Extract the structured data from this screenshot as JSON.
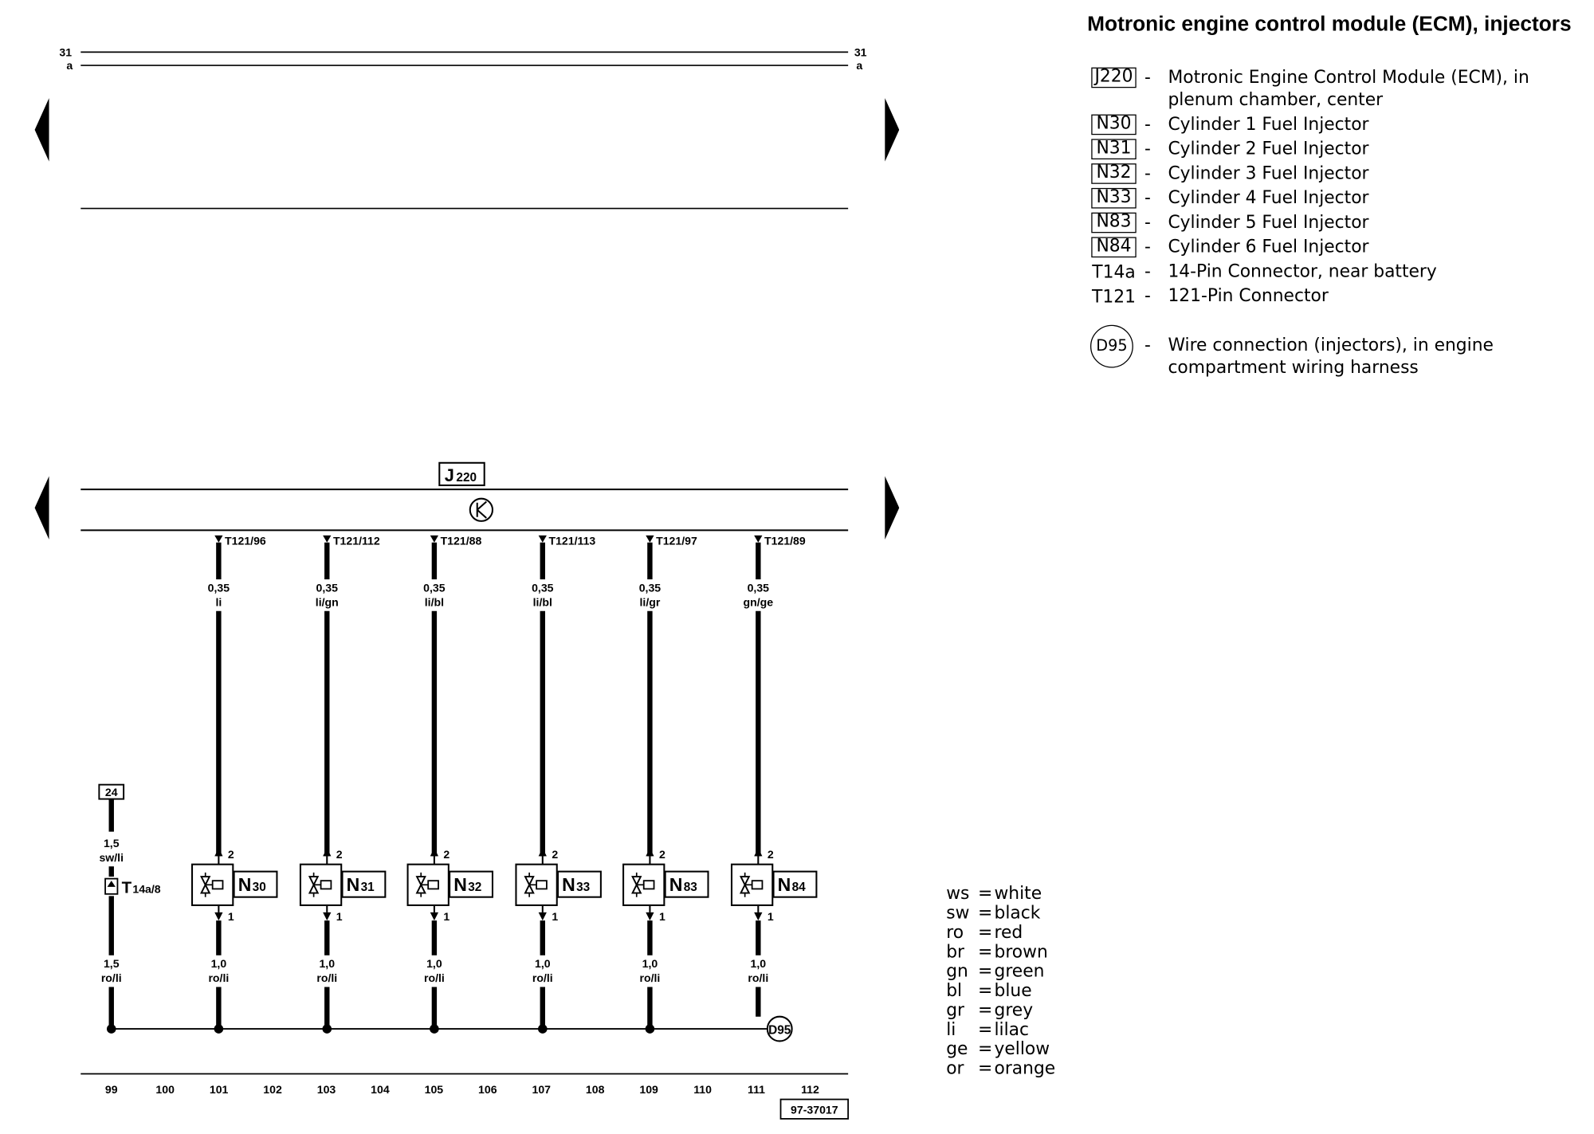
{
  "header": {
    "title": "Motronic engine control module (ECM), injectors"
  },
  "legend": [
    {
      "code": "J220",
      "boxed": true,
      "text": "Motronic Engine Control Module (ECM), in",
      "text2": "plenum chamber, center"
    },
    {
      "code": "N30",
      "boxed": true,
      "text": "Cylinder 1 Fuel Injector"
    },
    {
      "code": "N31",
      "boxed": true,
      "text": "Cylinder 2 Fuel Injector"
    },
    {
      "code": "N32",
      "boxed": true,
      "text": "Cylinder 3 Fuel Injector"
    },
    {
      "code": "N33",
      "boxed": true,
      "text": "Cylinder 4 Fuel Injector"
    },
    {
      "code": "N83",
      "boxed": true,
      "text": "Cylinder 5 Fuel Injector"
    },
    {
      "code": "N84",
      "boxed": true,
      "text": "Cylinder 6 Fuel Injector"
    },
    {
      "code": "T14a",
      "boxed": false,
      "text": "14-Pin Connector, near battery"
    },
    {
      "code": "T121",
      "boxed": false,
      "text": "121-Pin Connector"
    },
    {
      "code": "D95",
      "circle": true,
      "text": "Wire connection (injectors), in engine",
      "text2": "compartment wiring harness"
    }
  ],
  "color_key": [
    {
      "abbr": "ws",
      "eq": "=",
      "name": "white"
    },
    {
      "abbr": "sw",
      "eq": "=",
      "name": "black"
    },
    {
      "abbr": "ro",
      "eq": "=",
      "name": "red"
    },
    {
      "abbr": "br",
      "eq": "=",
      "name": "brown"
    },
    {
      "abbr": "gn",
      "eq": "=",
      "name": "green"
    },
    {
      "abbr": "bl",
      "eq": "=",
      "name": "blue"
    },
    {
      "abbr": "gr",
      "eq": "=",
      "name": "grey"
    },
    {
      "abbr": "li",
      "eq": "=",
      "name": "lilac"
    },
    {
      "abbr": "ge",
      "eq": "=",
      "name": "yellow"
    },
    {
      "abbr": "or",
      "eq": "=",
      "name": "orange"
    }
  ],
  "diagram": {
    "top_rail": {
      "num": "31",
      "letter": "a"
    },
    "ecm_label": {
      "main": "J",
      "sub": "220"
    },
    "injectors": [
      {
        "pin": "T121/96",
        "top_gauge": "0,35",
        "top_color": "li",
        "label": "N",
        "sub": "30",
        "pin_top": "2",
        "pin_bottom": "1",
        "bot_gauge": "1,0",
        "bot_color": "ro/li"
      },
      {
        "pin": "T121/112",
        "top_gauge": "0,35",
        "top_color": "li/gn",
        "label": "N",
        "sub": "31",
        "pin_top": "2",
        "pin_bottom": "1",
        "bot_gauge": "1,0",
        "bot_color": "ro/li"
      },
      {
        "pin": "T121/88",
        "top_gauge": "0,35",
        "top_color": "li/bl",
        "label": "N",
        "sub": "32",
        "pin_top": "2",
        "pin_bottom": "1",
        "bot_gauge": "1,0",
        "bot_color": "ro/li"
      },
      {
        "pin": "T121/113",
        "top_gauge": "0,35",
        "top_color": "li/bl",
        "label": "N",
        "sub": "33",
        "pin_top": "2",
        "pin_bottom": "1",
        "bot_gauge": "1,0",
        "bot_color": "ro/li"
      },
      {
        "pin": "T121/97",
        "top_gauge": "0,35",
        "top_color": "li/gr",
        "label": "N",
        "sub": "83",
        "pin_top": "2",
        "pin_bottom": "1",
        "bot_gauge": "1,0",
        "bot_color": "ro/li"
      },
      {
        "pin": "T121/89",
        "top_gauge": "0,35",
        "top_color": "gn/ge",
        "label": "N",
        "sub": "84",
        "pin_top": "2",
        "pin_bottom": "1",
        "bot_gauge": "1,0",
        "bot_color": "ro/li"
      }
    ],
    "feed": {
      "ref": "24",
      "top_gauge": "1,5",
      "top_color": "sw/li",
      "connector": "T",
      "connector_sub": "14a/8",
      "bot_gauge": "1,5",
      "bot_color": "ro/li"
    },
    "ground_splice": "D95",
    "track_numbers": [
      "99",
      "100",
      "101",
      "102",
      "103",
      "104",
      "105",
      "106",
      "107",
      "108",
      "109",
      "110",
      "111",
      "112"
    ],
    "ref_number": "97-37017"
  }
}
